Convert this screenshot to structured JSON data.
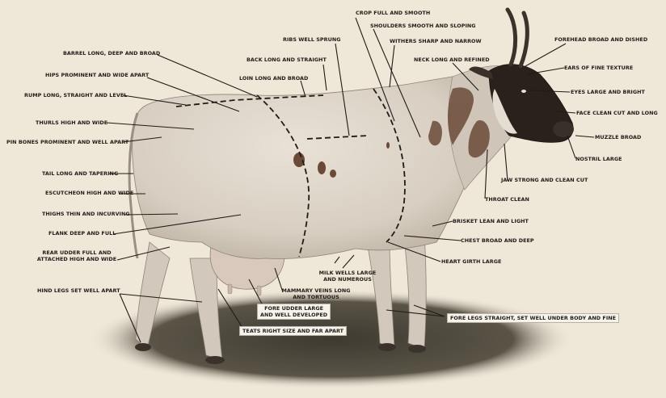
{
  "diagram": {
    "labels": {
      "crop": "CROP FULL AND SMOOTH",
      "shoulders": "SHOULDERS SMOOTH AND SLOPING",
      "ribs": "RIBS WELL SPRUNG",
      "withers": "WITHERS SHARP AND NARROW",
      "forehead": "FOREHEAD BROAD AND DISHED",
      "barrel": "BARREL LONG, DEEP AND BROAD",
      "back": "BACK LONG AND STRAIGHT",
      "neck": "NECK LONG AND REFINED",
      "ears": "EARS OF FINE TEXTURE",
      "hips": "HIPS PROMINENT AND WIDE APART",
      "loin": "LOIN LONG AND BROAD",
      "eyes": "EYES LARGE AND BRIGHT",
      "rump": "RUMP LONG, STRAIGHT AND LEVEL",
      "face": "FACE CLEAN CUT AND LONG",
      "thurls": "THURLS HIGH AND WIDE",
      "muzzle": "MUZZLE BROAD",
      "pinbones": "PIN BONES PROMINENT AND WELL APART",
      "nostril": "NOSTRIL LARGE",
      "tail": "TAIL LONG AND TAPERING",
      "jaw": "JAW STRONG AND CLEAN CUT",
      "escutcheon": "ESCUTCHEON HIGH AND WIDE",
      "throat": "THROAT CLEAN",
      "thighs": "THIGHS THIN AND INCURVING",
      "brisket": "BRISKET LEAN AND LIGHT",
      "flank": "FLANK DEEP AND FULL",
      "chest": "CHEST BROAD AND DEEP",
      "rear_udder_1": "REAR UDDER FULL AND",
      "rear_udder_2": "ATTACHED HIGH AND WIDE",
      "heart_girth": "HEART GIRTH LARGE",
      "milk_wells_1": "MILK WELLS LARGE",
      "milk_wells_2": "AND NUMEROUS",
      "hind_legs": "HIND LEGS SET WELL APART",
      "mammary_1": "MAMMARY VEINS LONG",
      "mammary_2": "AND TORTUOUS",
      "fore_udder_1": "FORE UDDER LARGE",
      "fore_udder_2": "AND WELL DEVELOPED",
      "fore_legs": "FORE LEGS STRAIGHT, SET WELL UNDER BODY AND FINE",
      "teats": "TEATS RIGHT SIZE AND FAR APART"
    },
    "colors": {
      "background": "#efe7d8",
      "cow_body": "#d9d1c5",
      "cow_markings": "#6b4a36",
      "head_dark": "#2b211c",
      "ink": "#1f1b17",
      "grass": "#4f4a3f"
    }
  }
}
